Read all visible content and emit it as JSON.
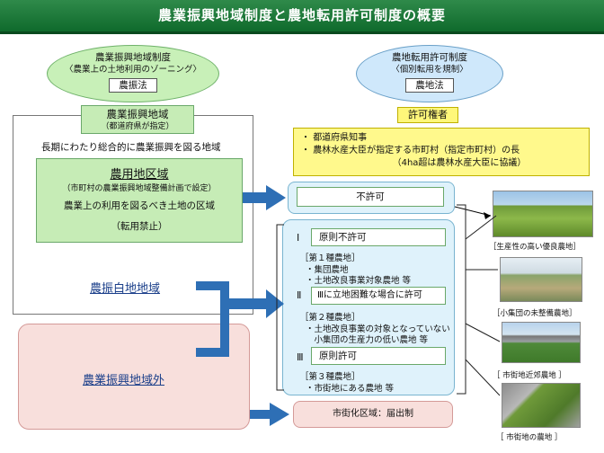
{
  "title": "農業振興地域制度と農地転用許可制度の概要",
  "left_header": {
    "line1": "農業振興地域制度",
    "line2": "〈農業上の土地利用のゾーニング〉",
    "law": "農振法"
  },
  "right_header": {
    "line1": "農地転用許可制度",
    "line2": "〈個別転用を規制〉",
    "law": "農地法"
  },
  "nogyo_area": {
    "label": "農業振興地域",
    "note": "（都道府県が指定）",
    "desc": "長期にわたり総合的に農業振興を図る地域"
  },
  "noyochi": {
    "label": "農用地区域",
    "note": "（市町村の農業振興地域整備計画で設定）",
    "desc": "農業上の利用を図るべき土地の区域",
    "ban": "（転用禁止）"
  },
  "noshin_shiro": "農振白地地域",
  "outside": "農業振興地域外",
  "permit_header": "許可権者",
  "permit_items": [
    "都道府県知事",
    "農林水産大臣が指定する市町村（指定市町村）の長",
    "（4ha超は農林水産大臣に協議）"
  ],
  "fukyoka": "不許可",
  "categories": {
    "c1": {
      "numeral": "Ⅰ",
      "rule": "原則不許可",
      "title": "［第１種農地］",
      "items": [
        "・集団農地",
        "・土地改良事業対象農地  等"
      ]
    },
    "c2": {
      "numeral": "Ⅱ",
      "rule": "Ⅲに立地困難な場合に許可",
      "title": "［第２種農地］",
      "items": [
        "・土地改良事業の対象となっていない",
        "　小集団の生産力の低い農地  等"
      ]
    },
    "c3": {
      "numeral": "Ⅲ",
      "rule": "原則許可",
      "title": "［第３種農地］",
      "items": [
        "・市街地にある農地  等"
      ]
    }
  },
  "shigaika": "市街化区域：届出制",
  "photos": [
    {
      "label": "［生産性の高い優良農地］",
      "icon": "rice-field-photo"
    },
    {
      "label": "［小集団の未整備農地］",
      "icon": "small-farmland-photo"
    },
    {
      "label": "［  市街地近郊農地  ］",
      "icon": "suburban-farmland-photo"
    },
    {
      "label": "［  市街地の農地  ］",
      "icon": "urban-farmland-photo"
    }
  ],
  "colors": {
    "title_bar": "#1a7a3a",
    "green_zone": "#c6ecb6",
    "blue_zone": "#dff2fb",
    "pink_zone": "#f8dfdc",
    "arrow": "#2e6fb5",
    "permit_yellow": "#fff77a"
  }
}
